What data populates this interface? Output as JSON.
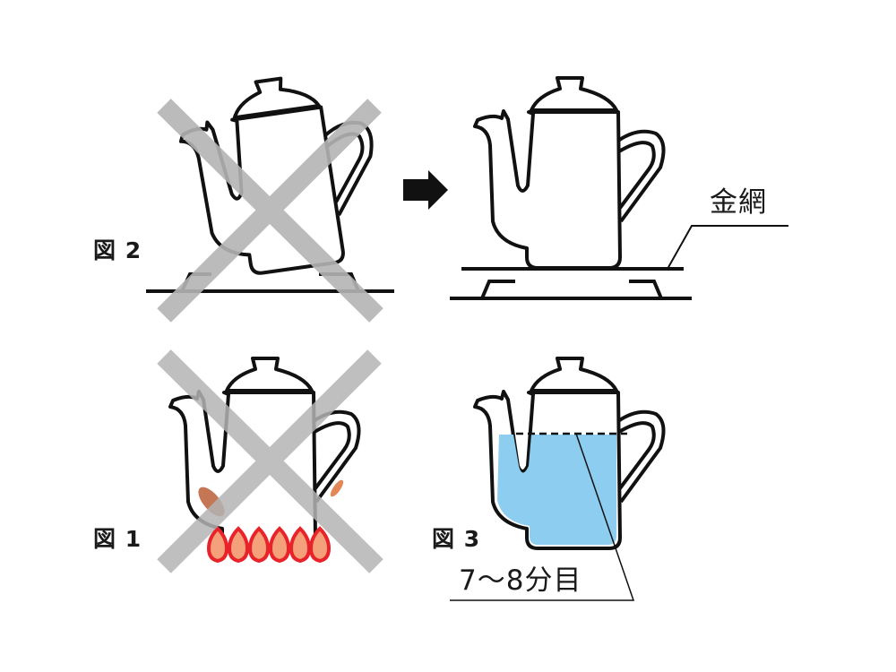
{
  "figures": {
    "fig2_label": "図 2",
    "fig1_label": "図 1",
    "fig3_label": "図 3"
  },
  "annotations": {
    "wire_mesh": "金網",
    "fill_level": "7〜8分目"
  },
  "colors": {
    "cross": "#b4b4b4",
    "water": "#8ccdf0",
    "flame": "#e8232a",
    "flame_core": "#f4a07a",
    "scorch": "#b5542a",
    "line": "#111111"
  }
}
